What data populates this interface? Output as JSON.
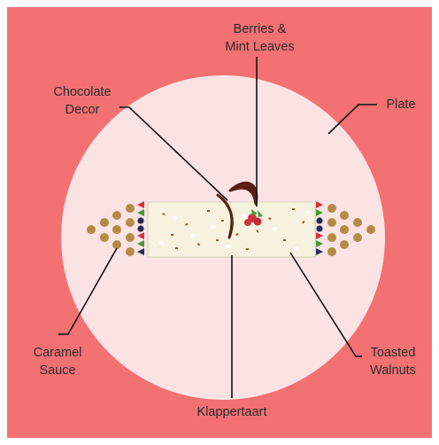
{
  "diagram": {
    "labels": {
      "berries": [
        "Berries &",
        "Mint Leaves"
      ],
      "chocolate": [
        "Chocolate",
        "Decor"
      ],
      "plate": [
        "Plate"
      ],
      "caramel": [
        "Caramel",
        "Sauce"
      ],
      "walnuts": [
        "Toasted",
        "Walnuts"
      ],
      "cake": [
        "Klappertaart"
      ]
    },
    "colors": {
      "background": "#f47173",
      "plate": "#fbe3e4",
      "cake": "#f6f2df",
      "chocolate": "#5a1f15",
      "caramel": "#b58a45",
      "berry": "#d0323f",
      "mint": "#3f9a3b",
      "navy": "#232a55",
      "leader_line": "#111111"
    }
  }
}
